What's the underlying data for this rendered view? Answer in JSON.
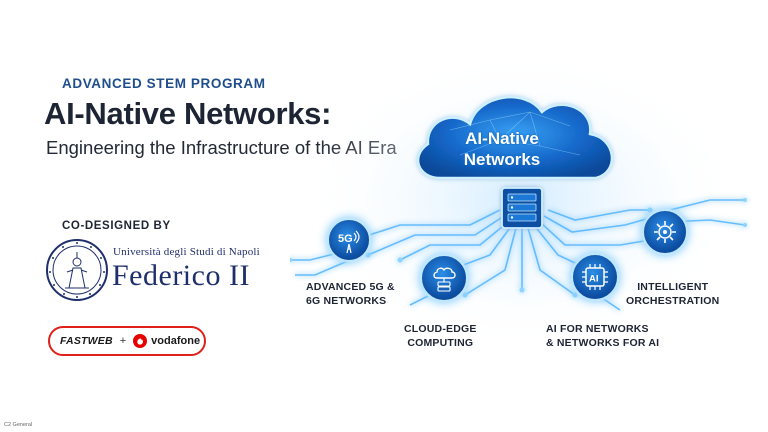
{
  "header": {
    "program": "ADVANCED STEM PROGRAM",
    "title": "AI-Native Networks:",
    "subtitle": "Engineering the Infrastructure of the AI Era"
  },
  "codesign": {
    "heading": "CO-DESIGNED BY",
    "university_line1": "Università degli Studi di Napoli",
    "university_line2": "Federico II"
  },
  "partners": {
    "fastweb": "FASTWEB",
    "plus": "+",
    "vodafone": "vodafone"
  },
  "illustration": {
    "cloud_title_line1": "AI-Native",
    "cloud_title_line2": "Networks",
    "nodes": [
      {
        "icon": "5g-tower-icon",
        "badge": "5G",
        "label_line1": "ADVANCED 5G &",
        "label_line2": "6G NETWORKS"
      },
      {
        "icon": "cloud-server-icon",
        "label_line1": "CLOUD-EDGE",
        "label_line2": "COMPUTING"
      },
      {
        "icon": "ai-chip-icon",
        "badge": "AI",
        "label_line1": "AI FOR NETWORKS",
        "label_line2": "& NETWORKS FOR AI"
      },
      {
        "icon": "gear-circuit-icon",
        "label_line1": "INTELLIGENT",
        "label_line2": "ORCHESTRATION"
      }
    ]
  },
  "footer": {
    "classification": "C2 General"
  },
  "colors": {
    "accent_blue": "#1f4e8c",
    "title_dark": "#1d2433",
    "vodafone_red": "#e60000",
    "glow_blue": "#4fb3ff"
  }
}
